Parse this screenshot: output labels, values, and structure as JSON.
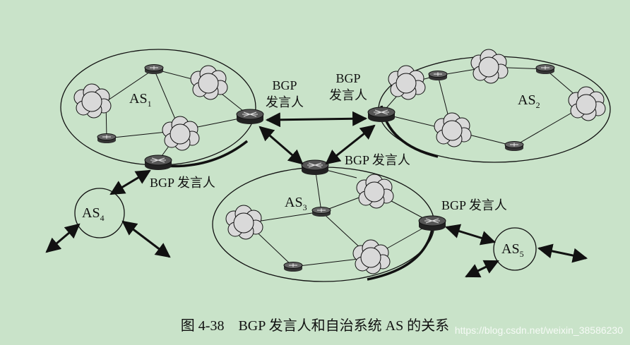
{
  "speaker_labels": {
    "top_left_line1": "BGP",
    "top_left_line2": "发言人",
    "top_right_line1": "BGP",
    "top_right_line2": "发言人",
    "as3_top": "BGP 发言人",
    "as1_bottom": "BGP 发言人",
    "as3_right": "BGP 发言人"
  },
  "as_labels": {
    "as1_main": "AS",
    "as1_sub": "1",
    "as2_main": "AS",
    "as2_sub": "2",
    "as3_main": "AS",
    "as3_sub": "3",
    "as4_main": "AS",
    "as4_sub": "4",
    "as5_main": "AS",
    "as5_sub": "5"
  },
  "caption": "图 4-38　BGP 发言人和自治系统 AS 的关系",
  "watermark": "https://blog.csdn.net/weixin_38586230",
  "colors": {
    "background": "#c9e3c9",
    "line": "#111111",
    "cloud": "#d9d9d9"
  }
}
